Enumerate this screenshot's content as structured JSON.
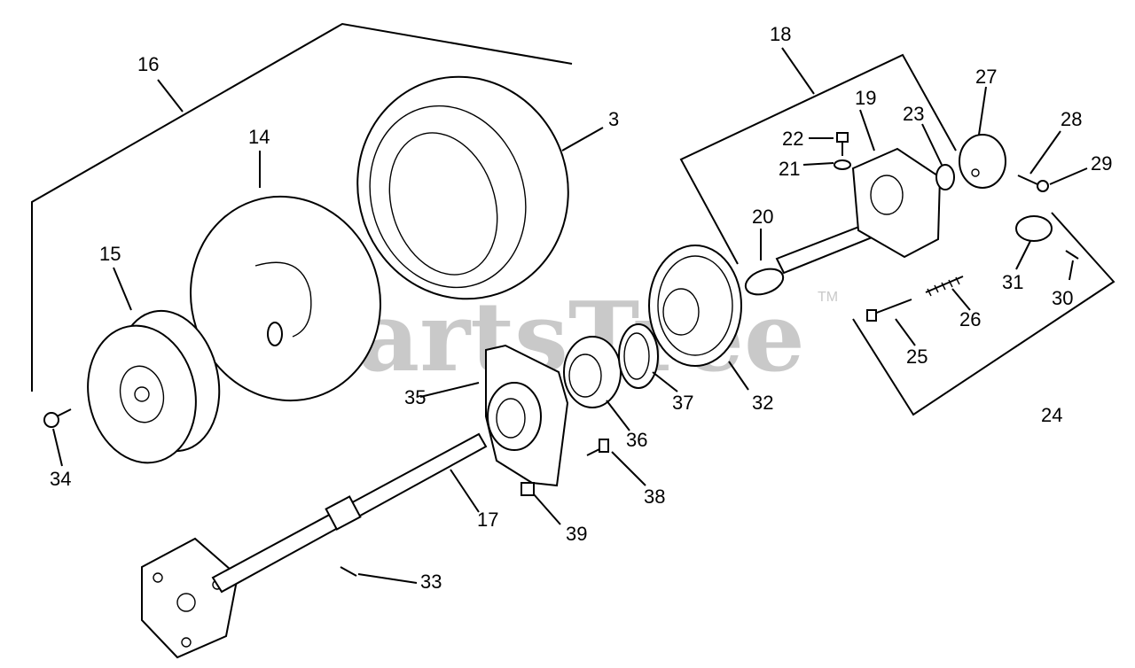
{
  "watermark": {
    "text": "PartsTree",
    "trademark": "TM"
  },
  "callouts": [
    {
      "id": "3",
      "label": "3"
    },
    {
      "id": "14",
      "label": "14"
    },
    {
      "id": "15",
      "label": "15"
    },
    {
      "id": "16",
      "label": "16"
    },
    {
      "id": "17",
      "label": "17"
    },
    {
      "id": "18",
      "label": "18"
    },
    {
      "id": "19",
      "label": "19"
    },
    {
      "id": "20",
      "label": "20"
    },
    {
      "id": "21",
      "label": "21"
    },
    {
      "id": "22",
      "label": "22"
    },
    {
      "id": "23",
      "label": "23"
    },
    {
      "id": "24",
      "label": "24"
    },
    {
      "id": "25",
      "label": "25"
    },
    {
      "id": "26",
      "label": "26"
    },
    {
      "id": "27",
      "label": "27"
    },
    {
      "id": "28",
      "label": "28"
    },
    {
      "id": "29",
      "label": "29"
    },
    {
      "id": "30",
      "label": "30"
    },
    {
      "id": "31",
      "label": "31"
    },
    {
      "id": "32",
      "label": "32"
    },
    {
      "id": "33",
      "label": "33"
    },
    {
      "id": "34",
      "label": "34"
    },
    {
      "id": "35",
      "label": "35"
    },
    {
      "id": "36",
      "label": "36"
    },
    {
      "id": "37",
      "label": "37"
    },
    {
      "id": "38",
      "label": "38"
    },
    {
      "id": "39",
      "label": "39"
    }
  ]
}
